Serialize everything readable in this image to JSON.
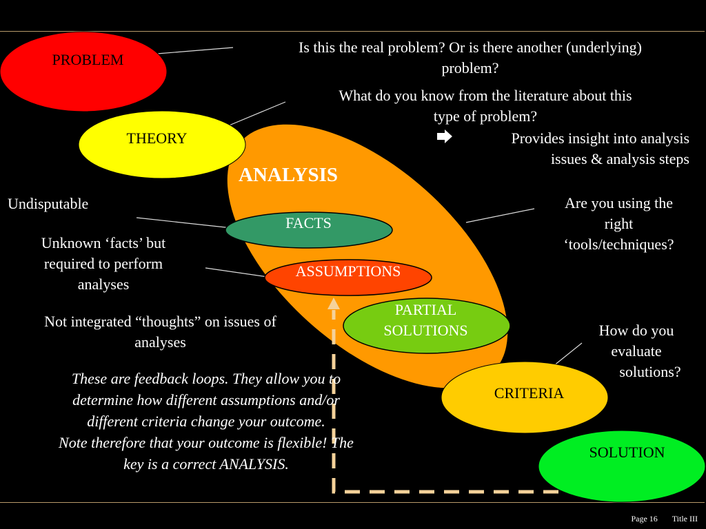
{
  "nodes": {
    "problem": "PROBLEM",
    "theory": "THEORY",
    "analysis": "ANALYSIS",
    "facts": "FACTS",
    "assumptions": "ASSUMPTIONS",
    "partial_solutions_line1": "PARTIAL",
    "partial_solutions_line2": "SOLUTIONS",
    "criteria": "CRITERIA",
    "solution": "SOLUTION"
  },
  "annotations": {
    "problem_q_line1": "Is this the real problem? Or is there another (underlying)",
    "problem_q_line2": "problem?",
    "theory_q_line1": "What do you know from the literature about this",
    "theory_q_line2": "type of problem?",
    "theory_insight_line1": "Provides insight into analysis",
    "theory_insight_line2": "issues & analysis steps",
    "undisputable": "Undisputable",
    "unknown_facts_line1": "Unknown ‘facts’ but",
    "unknown_facts_line2": "required to perform",
    "unknown_facts_line3": "analyses",
    "not_integrated_line1": "Not integrated “thoughts” on issues of",
    "not_integrated_line2": "analyses",
    "tools_line1": "Are you using the",
    "tools_line2": "right",
    "tools_line3": "‘tools/techniques?",
    "evaluate_line1": "How do you",
    "evaluate_line2": "evaluate",
    "evaluate_line3": "solutions?"
  },
  "note": {
    "line1": "These are feedback loops. They allow you to",
    "line2": "determine how different assumptions and/or",
    "line3": "different criteria change your outcome.",
    "line4": "Note therefore that your outcome is flexible! The",
    "line5": "key is a correct ANALYSIS."
  },
  "footer": {
    "page": "Page 16",
    "title": "Title III"
  },
  "colors": {
    "problem": "#ff0000",
    "theory": "#ffff00",
    "analysis": "#ff9900",
    "facts": "#339966",
    "assumptions": "#ff4400",
    "partial_solutions": "#77cc11",
    "criteria": "#ffcc00",
    "solution": "#00ee22",
    "feedback_loop": "#f5d29a"
  }
}
